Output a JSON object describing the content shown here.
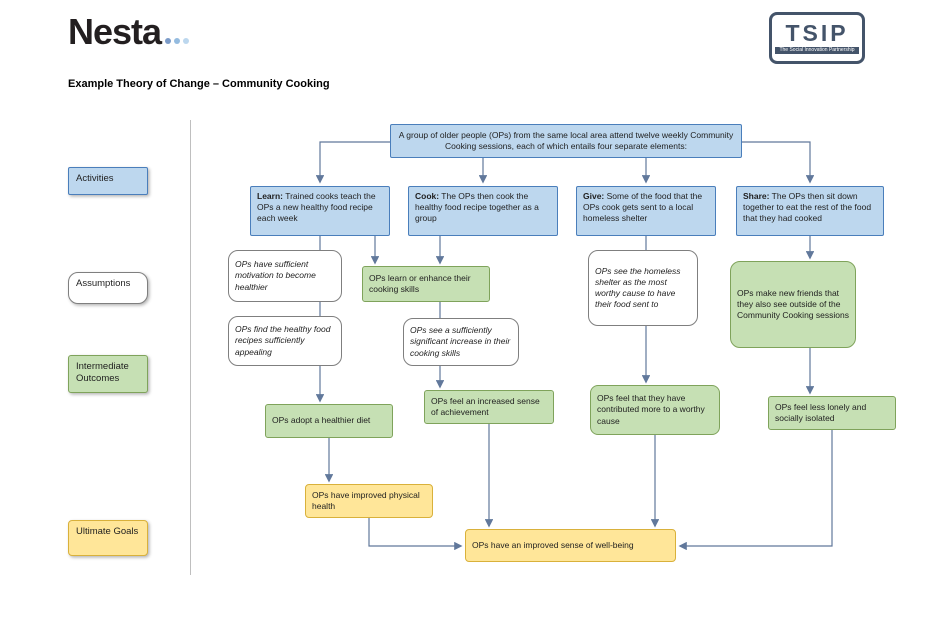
{
  "header": {
    "brand": "Nesta",
    "title": "Example Theory of Change – Community Cooking",
    "tsip": {
      "acronym": "TSIP",
      "tagline": "The Social Innovation Partnership"
    }
  },
  "legend": {
    "activities": "Activities",
    "assumptions": "Assumptions",
    "intermediate_outcomes": "Intermediate Outcomes",
    "ultimate_goals": "Ultimate Goals"
  },
  "diagram": {
    "root": "A group of older people (OPs) from the same local area attend twelve weekly Community Cooking sessions, each of which entails four separate elements:",
    "activities": [
      {
        "lead": "Learn:",
        "rest": " Trained cooks teach the OPs a new healthy food recipe each week"
      },
      {
        "lead": "Cook:",
        "rest": " The OPs then cook the healthy food recipe together as a group"
      },
      {
        "lead": "Give:",
        "rest": " Some of the food that the OPs cook gets sent to a local homeless shelter"
      },
      {
        "lead": "Share:",
        "rest": " The OPs then sit down together to eat the rest of the food that they had cooked"
      }
    ],
    "assumptions": {
      "motivation": "OPs have sufficient motivation to become healthier",
      "recipes_appealing": "OPs find the healthy food recipes sufficiently appealing",
      "skills_increase": "OPs see a sufficiently significant increase in their cooking skills",
      "worthy_cause": "OPs see the homeless shelter as the most worthy cause to have their food sent to"
    },
    "outcomes": {
      "cooking_skills": "OPs learn or enhance their cooking skills",
      "new_friends": "OPs make new friends that they also see outside of the Community Cooking sessions",
      "healthier_diet": "OPs adopt a healthier diet",
      "achievement": "OPs feel an increased sense of achievement",
      "contribution": "OPs feel that they have contributed more to a worthy cause",
      "less_lonely": "OPs feel less lonely and socially isolated"
    },
    "goals": {
      "physical_health": "OPs have improved physical health",
      "well_being": "OPs have an improved sense of well-being"
    }
  },
  "colors": {
    "activity_fill": "#BDD7EE",
    "activity_border": "#4A7EBB",
    "outcome_fill": "#C6E0B4",
    "outcome_border": "#7FA35B",
    "goal_fill": "#FFE699",
    "goal_border": "#D9B13B",
    "assumption_border": "#7F7F7F",
    "connector": "#61789B",
    "brand_dark": "#44546A"
  }
}
